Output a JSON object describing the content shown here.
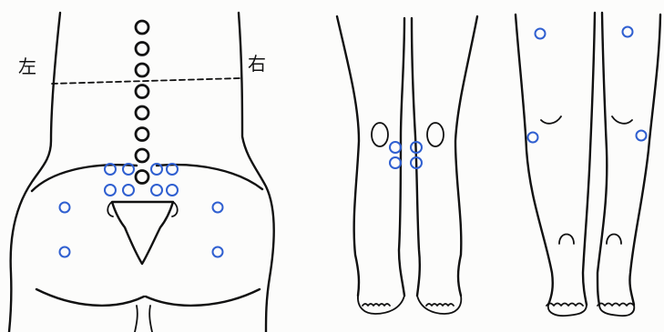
{
  "labels": {
    "left": "左",
    "right": "右"
  },
  "colors": {
    "outline": "#111111",
    "background": "#fcfcfb",
    "acupoint_marker": "#2f5fd0",
    "spine_marker": "#111111"
  },
  "markers": {
    "spine_points": 8,
    "acupoint_marker_shape": "circle",
    "acupoint_marker_color": "blue"
  }
}
